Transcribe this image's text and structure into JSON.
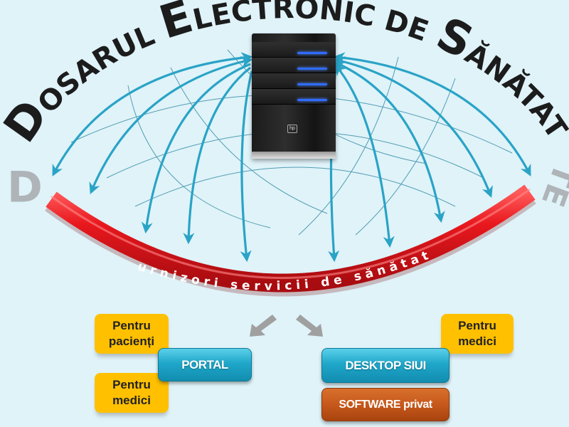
{
  "title": {
    "words": [
      {
        "cap": "D",
        "rest": "OSARUL"
      },
      {
        "cap": "E",
        "rest": "LECTRONIC DE"
      },
      {
        "cap": "S",
        "rest": "ĂNĂTATE"
      }
    ],
    "full": "DOSARUL ELECTRONIC DE SĂNĂTATE",
    "reflection_left": "D",
    "reflection_right": "TE"
  },
  "server": {
    "icon": "server-tower-icon",
    "logo_text": "hp"
  },
  "arc": {
    "label": "Furnizori servicii de sănătate",
    "color": "#e0161c"
  },
  "colors": {
    "background": "#dff3f9",
    "arrow": "#2aa3c6",
    "grid": "#3a8ea6",
    "yellow": "#ffc000",
    "blue": "#1fa7c9",
    "orange": "#c4561a",
    "gray_arrow": "#a0a0a0"
  },
  "left_group": {
    "main": "PORTAL",
    "boxes": [
      {
        "line1": "Pentru",
        "line2": "pacienți"
      },
      {
        "line1": "Pentru",
        "line2": "medici"
      }
    ]
  },
  "right_group": {
    "main": "DESKTOP SIUI",
    "secondary": "SOFTWARE privat",
    "boxes": [
      {
        "line1": "Pentru",
        "line2": "medici"
      }
    ]
  }
}
